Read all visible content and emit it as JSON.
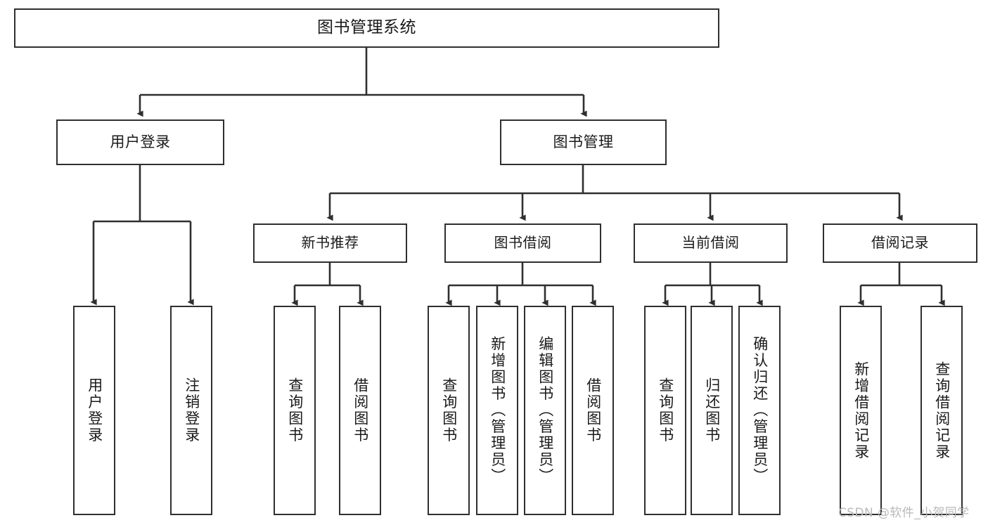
{
  "diagram": {
    "type": "tree-hierarchy-functional-structure",
    "title_node": "图书管理系统",
    "background": "#ffffff",
    "line_color": "#2f2f2f",
    "box_border_color": "#2f2f2f",
    "box_fill": "#ffffff",
    "text_color": "#1a1a1a"
  },
  "nodes": {
    "root": {
      "label": "图书管理系统"
    },
    "level2": [
      {
        "id": "user-login",
        "label": "用户登录"
      },
      {
        "id": "book-manage",
        "label": "图书管理"
      }
    ],
    "level3": [
      {
        "id": "new-book-recommend",
        "label": "新书推荐"
      },
      {
        "id": "book-borrow",
        "label": "图书借阅"
      },
      {
        "id": "current-borrow",
        "label": "当前借阅"
      },
      {
        "id": "borrow-record",
        "label": "借阅记录"
      }
    ],
    "leaves": {
      "user-login": [
        {
          "id": "leaf-user-login",
          "label": "用户登录"
        },
        {
          "id": "leaf-logout",
          "label": "注销登录"
        }
      ],
      "new-book-recommend": [
        {
          "id": "leaf-query-book-1",
          "label": "查询图书"
        },
        {
          "id": "leaf-borrow-book-1",
          "label": "借阅图书"
        }
      ],
      "book-borrow": [
        {
          "id": "leaf-query-book-2",
          "label": "查询图书"
        },
        {
          "id": "leaf-add-book",
          "label": "新增图书（管理员）"
        },
        {
          "id": "leaf-edit-book",
          "label": "编辑图书（管理员）"
        },
        {
          "id": "leaf-borrow-book-2",
          "label": "借阅图书"
        }
      ],
      "current-borrow": [
        {
          "id": "leaf-query-book-3",
          "label": "查询图书"
        },
        {
          "id": "leaf-return-book",
          "label": "归还图书"
        },
        {
          "id": "leaf-confirm-return",
          "label": "确认归还（管理员）"
        }
      ],
      "borrow-record": [
        {
          "id": "leaf-add-record",
          "label": "新增借阅记录"
        },
        {
          "id": "leaf-query-record",
          "label": "查询借阅记录"
        }
      ]
    }
  },
  "watermark": {
    "text": "CSDN @软件_小贺同学",
    "color": "#b9b9b9"
  }
}
